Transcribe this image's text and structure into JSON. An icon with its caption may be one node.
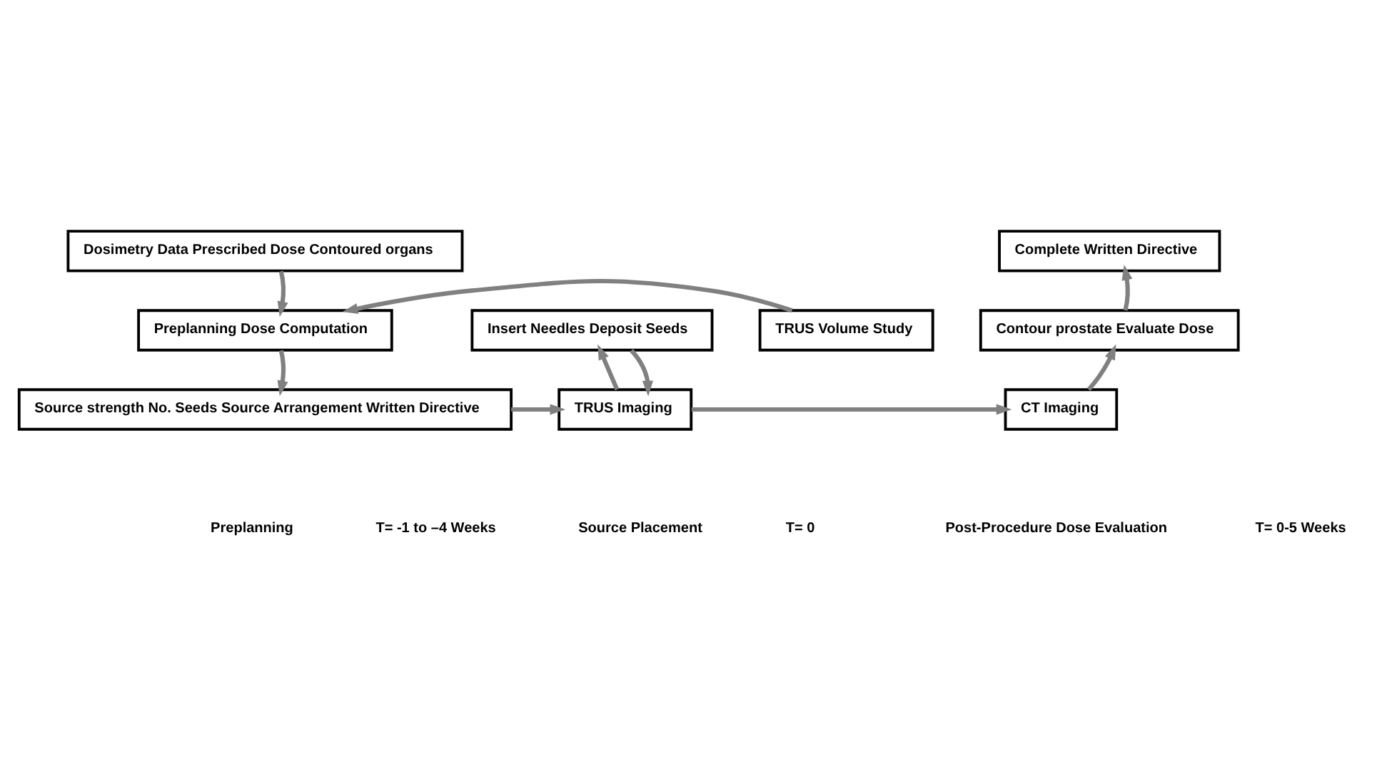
{
  "diagram": {
    "nodes": [
      {
        "text": [
          "Dosimetry Data Prescribed Dose Contoured organs"
        ]
      },
      {
        "text": [
          "TRUS Volume Study"
        ]
      },
      {
        "text": [
          "Preplanning Dose Computation"
        ]
      },
      {
        "text": [
          "Source strength No. Seeds Source Arrangement Written Directive"
        ]
      },
      {
        "text": [
          "Insert Needles Deposit Seeds"
        ]
      },
      {
        "text": [
          "TRUS Imaging"
        ]
      },
      {
        "text": [
          "Complete Written Directive"
        ]
      },
      {
        "text": [
          "Contour prostate Evaluate Dose"
        ]
      },
      {
        "text": [
          "CT Imaging"
        ]
      }
    ],
    "edges": [
      {
        "from": 0,
        "to": 2,
        "arrow": "to"
      },
      {
        "from": 1,
        "to": 2,
        "arrow": "to"
      },
      {
        "from": 2,
        "to": 3,
        "arrow": "to"
      },
      {
        "from": 3,
        "to": 5,
        "arrow": "to"
      },
      {
        "from": 5,
        "to": 4,
        "arrow": "to"
      },
      {
        "from": 4,
        "to": 5,
        "arrow": "to"
      },
      {
        "from": 5,
        "to": 8,
        "arrow": "to"
      },
      {
        "from": 8,
        "to": 7,
        "arrow": "to"
      },
      {
        "from": 7,
        "to": 6,
        "arrow": "to"
      }
    ],
    "labels": [
      "Preplanning",
      "T= -1 to –4 Weeks",
      "Source Placement",
      "T= 0",
      "Post-Procedure Dose Evaluation",
      "T= 0-5 Weeks"
    ]
  }
}
